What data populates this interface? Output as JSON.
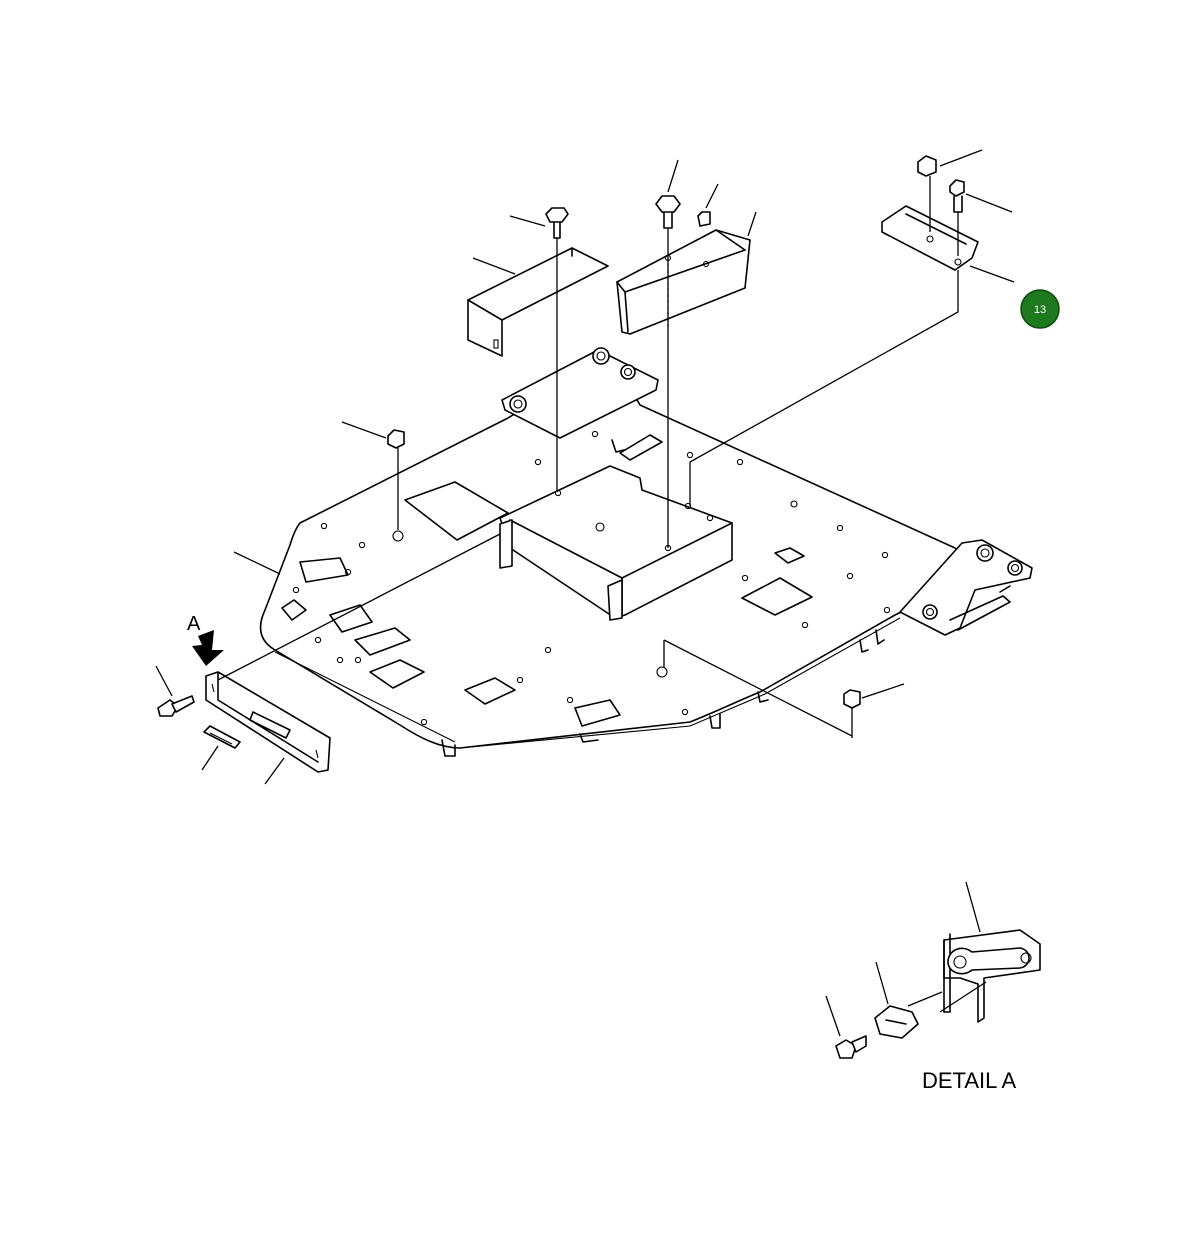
{
  "diagram": {
    "view_letter": "A",
    "detail_caption": "DETAIL A",
    "callout": {
      "number": "13",
      "color": "#1f7a1f"
    }
  }
}
